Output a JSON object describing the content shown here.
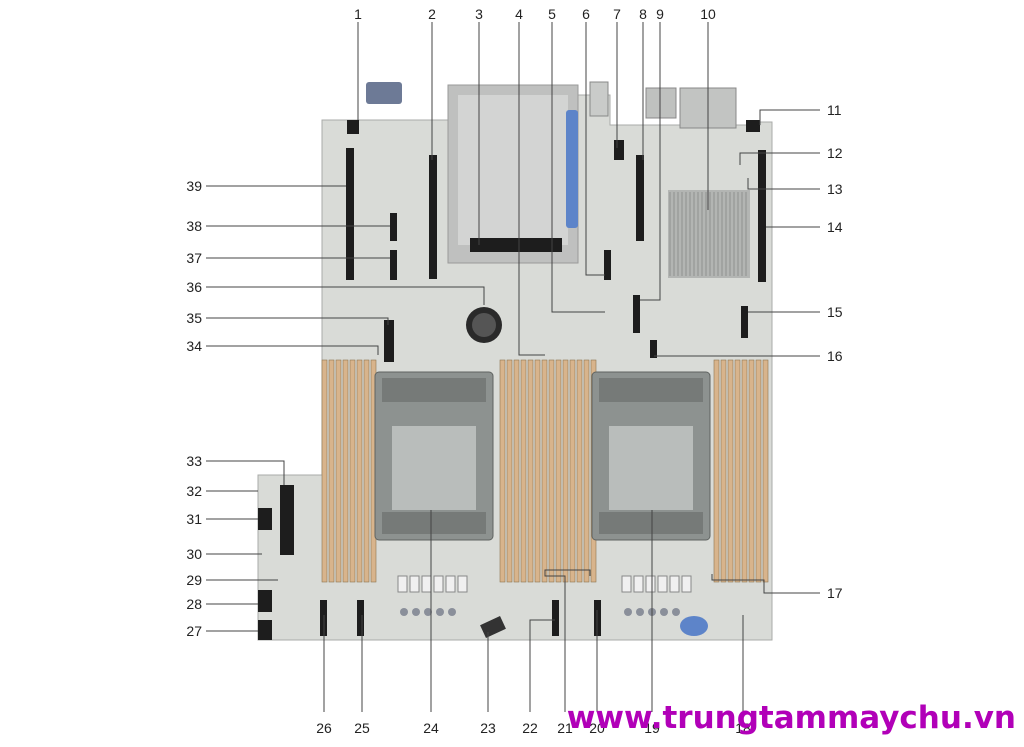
{
  "watermark": "www.trungtammaychu.vn",
  "colors": {
    "watermark": "#b100b8",
    "board": "#d9dbd7",
    "dimm_slot": "#d8b48c",
    "dimm_dark": "#8e7650",
    "slot_black": "#1d1d1d",
    "socket": "#8d9290",
    "socket_inner": "#b9bdbb",
    "heatsink": "#b3b5b3",
    "riser_cage": "#c8c9c8",
    "blue_latch": "#5d84c9",
    "gold": "#d5b765"
  },
  "callouts": [
    "1",
    "2",
    "3",
    "4",
    "5",
    "6",
    "7",
    "8",
    "9",
    "10",
    "11",
    "12",
    "13",
    "14",
    "15",
    "16",
    "17",
    "18",
    "19",
    "20",
    "21",
    "22",
    "23",
    "24",
    "25",
    "26",
    "27",
    "28",
    "29",
    "30",
    "31",
    "32",
    "33",
    "34",
    "35",
    "36",
    "37",
    "38",
    "39"
  ]
}
